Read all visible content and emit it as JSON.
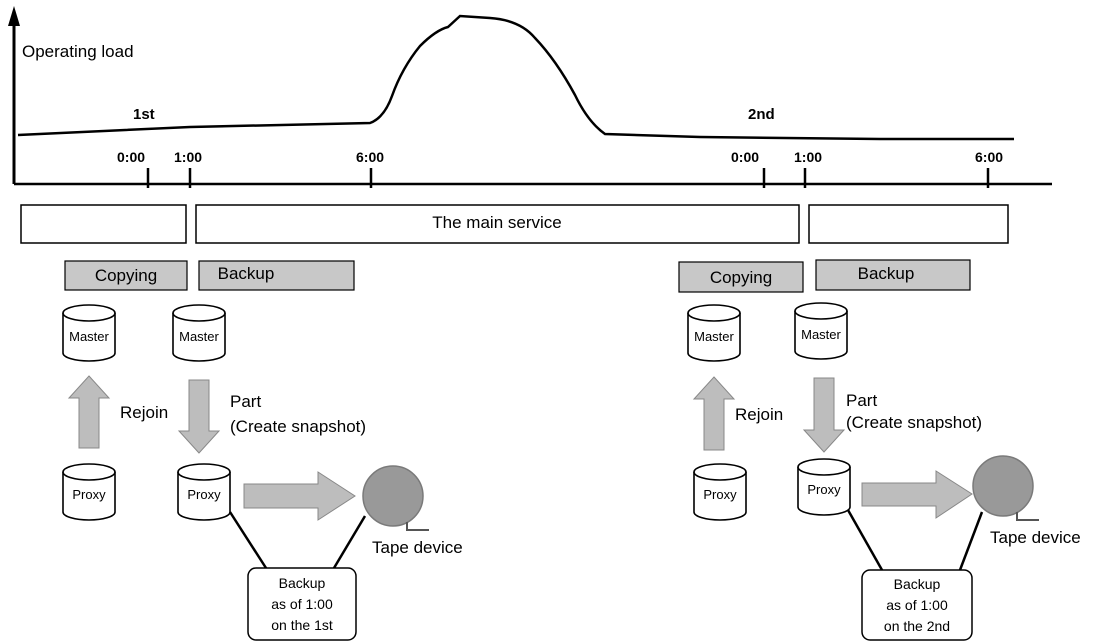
{
  "timeline": {
    "y_axis_label": "Operating load",
    "period_labels": [
      "1st",
      "2nd"
    ],
    "time_ticks": [
      "0:00",
      "1:00",
      "6:00",
      "0:00",
      "1:00",
      "6:00"
    ]
  },
  "service": {
    "main_label": "The main service"
  },
  "phases": {
    "copying_label": "Copying",
    "backup_label": "Backup"
  },
  "volumes": {
    "master_label": "Master",
    "proxy_label": "Proxy"
  },
  "operations": {
    "rejoin_label": "Rejoin",
    "part_label": "Part",
    "snapshot_label": "(Create snapshot)"
  },
  "devices": {
    "tape_label": "Tape device"
  },
  "backup_notes": {
    "first": [
      "Backup",
      "as of 1:00",
      "on the 1st"
    ],
    "second": [
      "Backup",
      "as of 1:00",
      "on the 2nd"
    ]
  },
  "colors": {
    "phase_box_fill": "#c8c8c8",
    "arrow_fill": "#bdbdbd",
    "tape_fill": "#999999",
    "line": "#000000"
  }
}
